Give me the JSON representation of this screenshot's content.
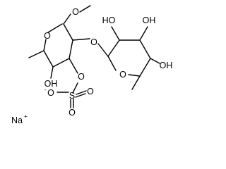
{
  "structure": {
    "atoms": {
      "methoxy_o": "O",
      "ring1_o": "O",
      "glycosidic_o": "O",
      "ring2_o": "O",
      "ring1_oh": "OH",
      "ring2_oh_a": "HO",
      "ring2_oh_b": "OH",
      "ring2_oh_c": "OH",
      "sulfate_ester_o": "O",
      "sulfate_s": "S",
      "sulfate_o_top": "O",
      "sulfate_o_minus": "O",
      "sulfate_o_bottom": "O",
      "sodium": "Na"
    },
    "charges": {
      "sulfate_minus": "-",
      "sodium_plus": "+"
    }
  }
}
